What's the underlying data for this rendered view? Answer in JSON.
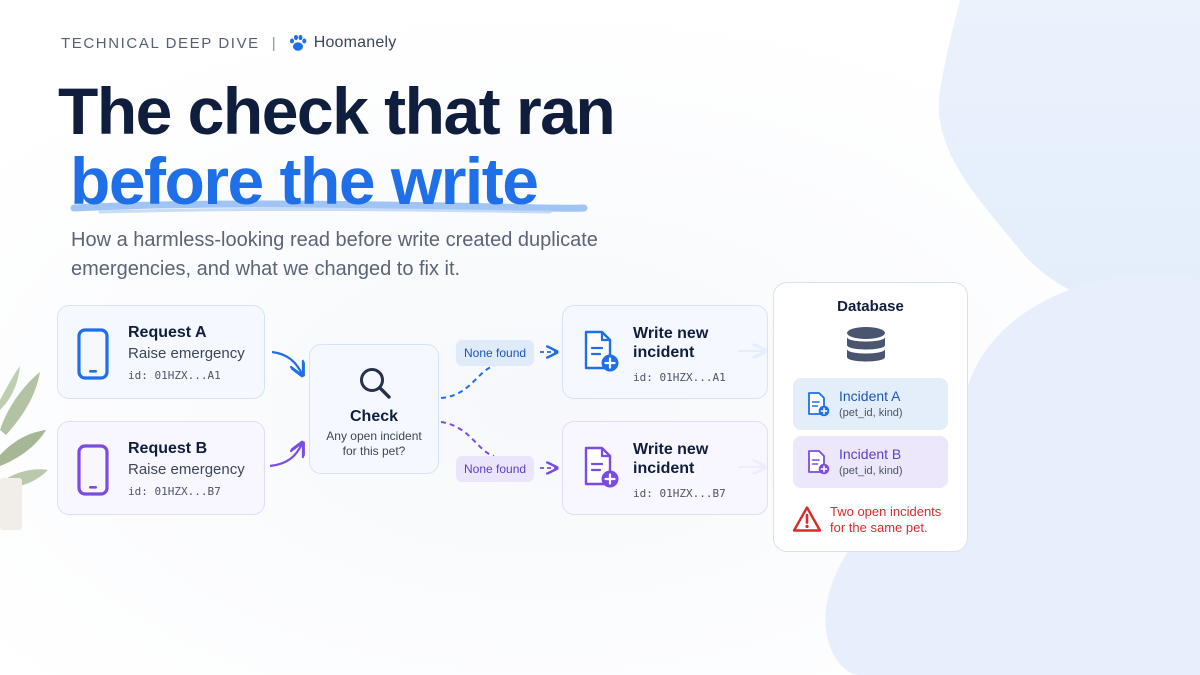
{
  "header": {
    "eyebrow": "TECHNICAL DEEP DIVE",
    "separator": "|",
    "brand": "Hoomanely",
    "brand_icon": "paw-icon",
    "title_line1": "The check that ran",
    "title_line2": "before the write",
    "subtitle": "How a harmless-looking read before write created duplicate emergencies, and what we changed to fix it."
  },
  "requests": [
    {
      "title": "Request A",
      "action": "Raise emergency",
      "id": "id: 01HZX...A1",
      "icon": "phone-icon",
      "color": "#1f6fe8"
    },
    {
      "title": "Request B",
      "action": "Raise emergency",
      "id": "id: 01HZX...B7",
      "icon": "phone-icon",
      "color": "#7a4de0"
    }
  ],
  "check": {
    "title": "Check",
    "question": "Any open incident for this pet?",
    "icon": "search-icon"
  },
  "results": [
    {
      "label": "None found"
    },
    {
      "label": "None found"
    }
  ],
  "writes": [
    {
      "title": "Write new incident",
      "id": "id: 01HZX...A1",
      "icon": "document-add-icon"
    },
    {
      "title": "Write new incident",
      "id": "id: 01HZX...B7",
      "icon": "document-add-icon"
    }
  ],
  "database": {
    "title": "Database",
    "icon": "database-icon",
    "incidents": [
      {
        "name": "Incident A",
        "keys": "(pet_id, kind)"
      },
      {
        "name": "Incident B",
        "keys": "(pet_id, kind)"
      }
    ],
    "warning": "Two open incidents for the same pet.",
    "warning_icon": "warning-icon"
  },
  "colors": {
    "navy": "#0f1e3d",
    "blue": "#1f6fe8",
    "purple": "#7a4de0",
    "danger": "#d92b2b"
  }
}
